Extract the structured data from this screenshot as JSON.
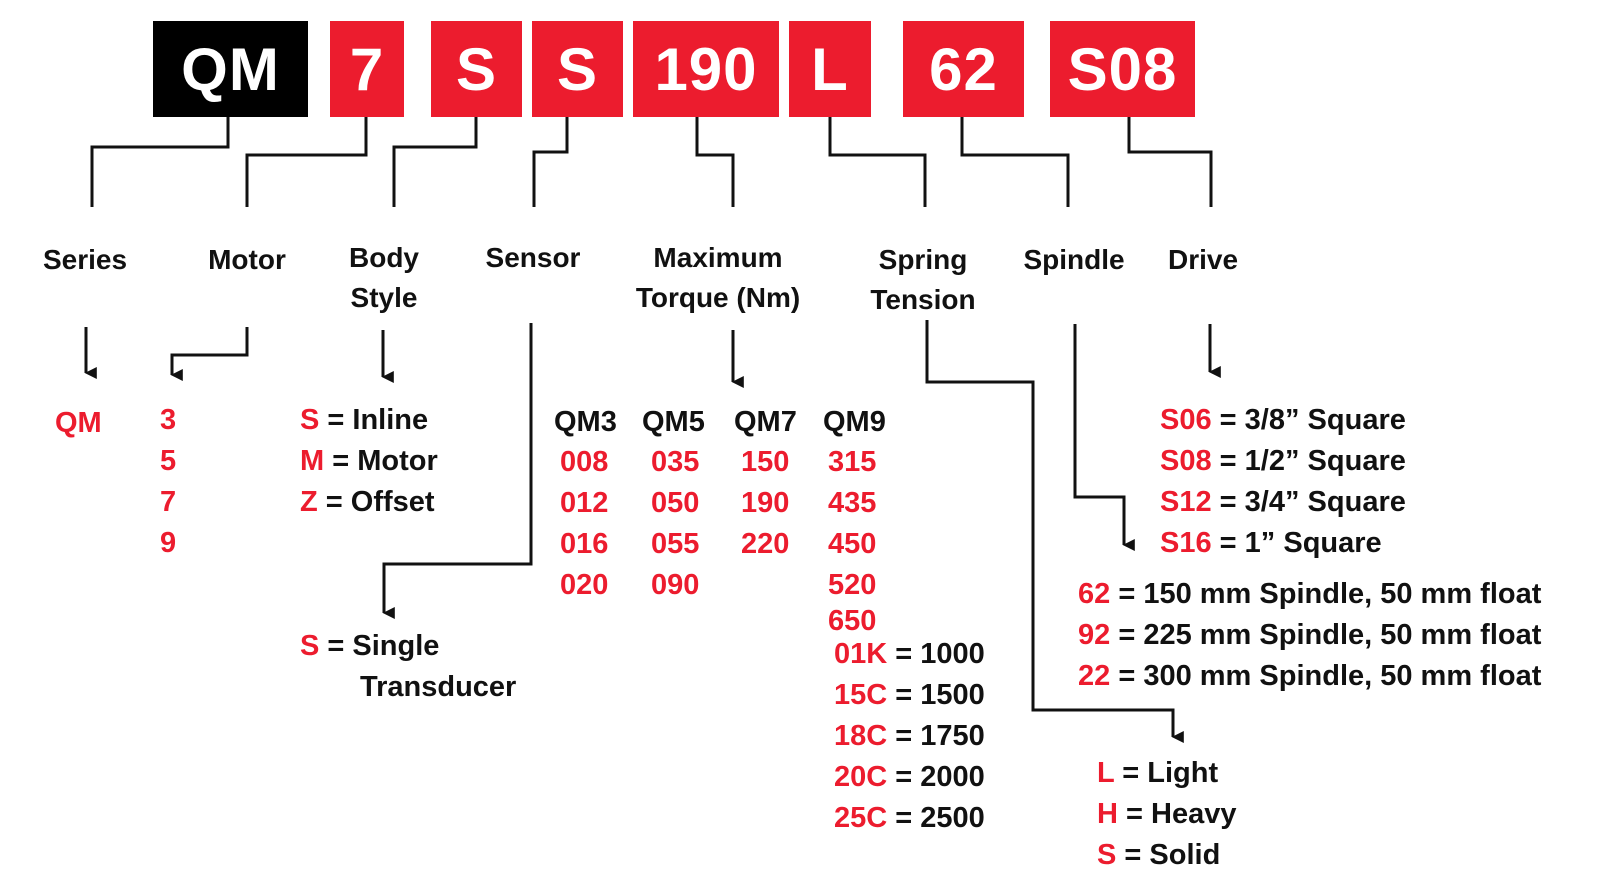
{
  "code_boxes": [
    {
      "text": "QM",
      "color": "#000000"
    },
    {
      "text": "7",
      "color": "#ec1c2e"
    },
    {
      "text": "S",
      "color": "#ec1c2e"
    },
    {
      "text": "S",
      "color": "#ec1c2e"
    },
    {
      "text": "190",
      "color": "#ec1c2e"
    },
    {
      "text": "L",
      "color": "#ec1c2e"
    },
    {
      "text": "62",
      "color": "#ec1c2e"
    },
    {
      "text": "S08",
      "color": "#ec1c2e"
    }
  ],
  "labels": {
    "series": "Series",
    "motor": "Motor",
    "body_1": "Body",
    "body_2": "Style",
    "sensor": "Sensor",
    "torque_1": "Maximum",
    "torque_2": "Torque (Nm)",
    "spring_1": "Spring",
    "spring_2": "Tension",
    "spindle": "Spindle",
    "drive": "Drive"
  },
  "series_options": [
    "QM"
  ],
  "motor_options": [
    "3",
    "5",
    "7",
    "9"
  ],
  "body_options": [
    {
      "code": "S",
      "eq": " = ",
      "desc": "Inline"
    },
    {
      "code": "M",
      "eq": " = ",
      "desc": "Motor"
    },
    {
      "code": "Z",
      "eq": " = ",
      "desc": "Offset"
    }
  ],
  "sensor_option": {
    "code": "S",
    "eq": " = ",
    "desc_1": "Single",
    "desc_2": "Transducer"
  },
  "torque": {
    "headers": [
      "QM3",
      "QM5",
      "QM7",
      "QM9"
    ],
    "columns": [
      [
        "008",
        "012",
        "016",
        "020"
      ],
      [
        "035",
        "050",
        "055",
        "090"
      ],
      [
        "150",
        "190",
        "220"
      ],
      [
        "315",
        "435",
        "450",
        "520",
        "650"
      ]
    ],
    "extended": [
      {
        "code": "01K",
        "eq": " = ",
        "value": "1000"
      },
      {
        "code": "15C",
        "eq": " = ",
        "value": "1500"
      },
      {
        "code": "18C",
        "eq": " = ",
        "value": "1750"
      },
      {
        "code": "20C",
        "eq": " = ",
        "value": "2000"
      },
      {
        "code": "25C",
        "eq": " = ",
        "value": "2500"
      }
    ]
  },
  "drive_options": [
    {
      "code": "S06",
      "eq": " = ",
      "desc": "3/8” Square"
    },
    {
      "code": "S08",
      "eq": " = ",
      "desc": "1/2” Square"
    },
    {
      "code": "S12",
      "eq": " = ",
      "desc": "3/4” Square"
    },
    {
      "code": "S16",
      "eq": " = ",
      "desc": "1” Square"
    }
  ],
  "spindle_options": [
    {
      "code": "62",
      "eq": " = ",
      "desc": "150 mm Spindle, 50 mm float"
    },
    {
      "code": "92",
      "eq": " = ",
      "desc": "225 mm Spindle, 50 mm float"
    },
    {
      "code": "22",
      "eq": " = ",
      "desc": "300 mm Spindle, 50 mm float"
    }
  ],
  "spring_options": [
    {
      "code": "L",
      "eq": " = ",
      "desc": "Light"
    },
    {
      "code": "H",
      "eq": " = ",
      "desc": "Heavy"
    },
    {
      "code": "S",
      "eq": " = ",
      "desc": "Solid"
    }
  ],
  "colors": {
    "accent": "#ec1c2e",
    "ink": "#111111"
  }
}
